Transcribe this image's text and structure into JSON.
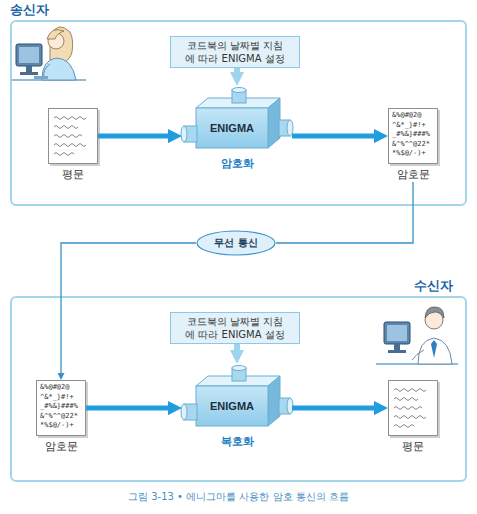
{
  "diagram": {
    "caption": "그림 3-13 • 에니그마를 사용한 암호 통신의 흐름",
    "nodes": [
      {
        "text": [
          "송신자"
        ]
      },
      {
        "text": [
          "코드북의 날짜별 지침에 따라 ENIGMA 설정"
        ],
        "in": 0
      },
      {
        "text": [
          "평문"
        ],
        "in": 0
      },
      {
        "text": [
          "ENIGMA",
          "암호화"
        ],
        "in": 0
      },
      {
        "text": [
          "&%@#@2@ ^&*_}#!+ _#%&}###% &^%^^@22* *%$@/-)+",
          "암호문"
        ],
        "in": 0
      },
      {
        "text": [
          "무선 통신"
        ]
      },
      {
        "text": [
          "수신자"
        ]
      },
      {
        "text": [
          "코드북의 날짜별 지침에 따라 ENIGMA 설정"
        ],
        "in": 6
      },
      {
        "text": [
          "&%@#@2@ ^&*_}#!+ _#%&}###% &^%^^@22* *%$@/-)+",
          "암호문"
        ],
        "in": 6
      },
      {
        "text": [
          "ENIGMA",
          "복호화"
        ],
        "in": 6
      },
      {
        "text": [
          "평문"
        ],
        "in": 6
      }
    ],
    "edges": [
      {
        "from": 2,
        "to": 3,
        "arrow": "to"
      },
      {
        "from": 1,
        "to": 3,
        "arrow": "to"
      },
      {
        "from": 3,
        "to": 4,
        "arrow": "to"
      },
      {
        "from": 4,
        "to": 5,
        "arrow": "none"
      },
      {
        "from": 5,
        "to": 8,
        "arrow": "to"
      },
      {
        "from": 7,
        "to": 9,
        "arrow": "to"
      },
      {
        "from": 8,
        "to": 9,
        "arrow": "to"
      },
      {
        "from": 9,
        "to": 10,
        "arrow": "to"
      }
    ]
  }
}
